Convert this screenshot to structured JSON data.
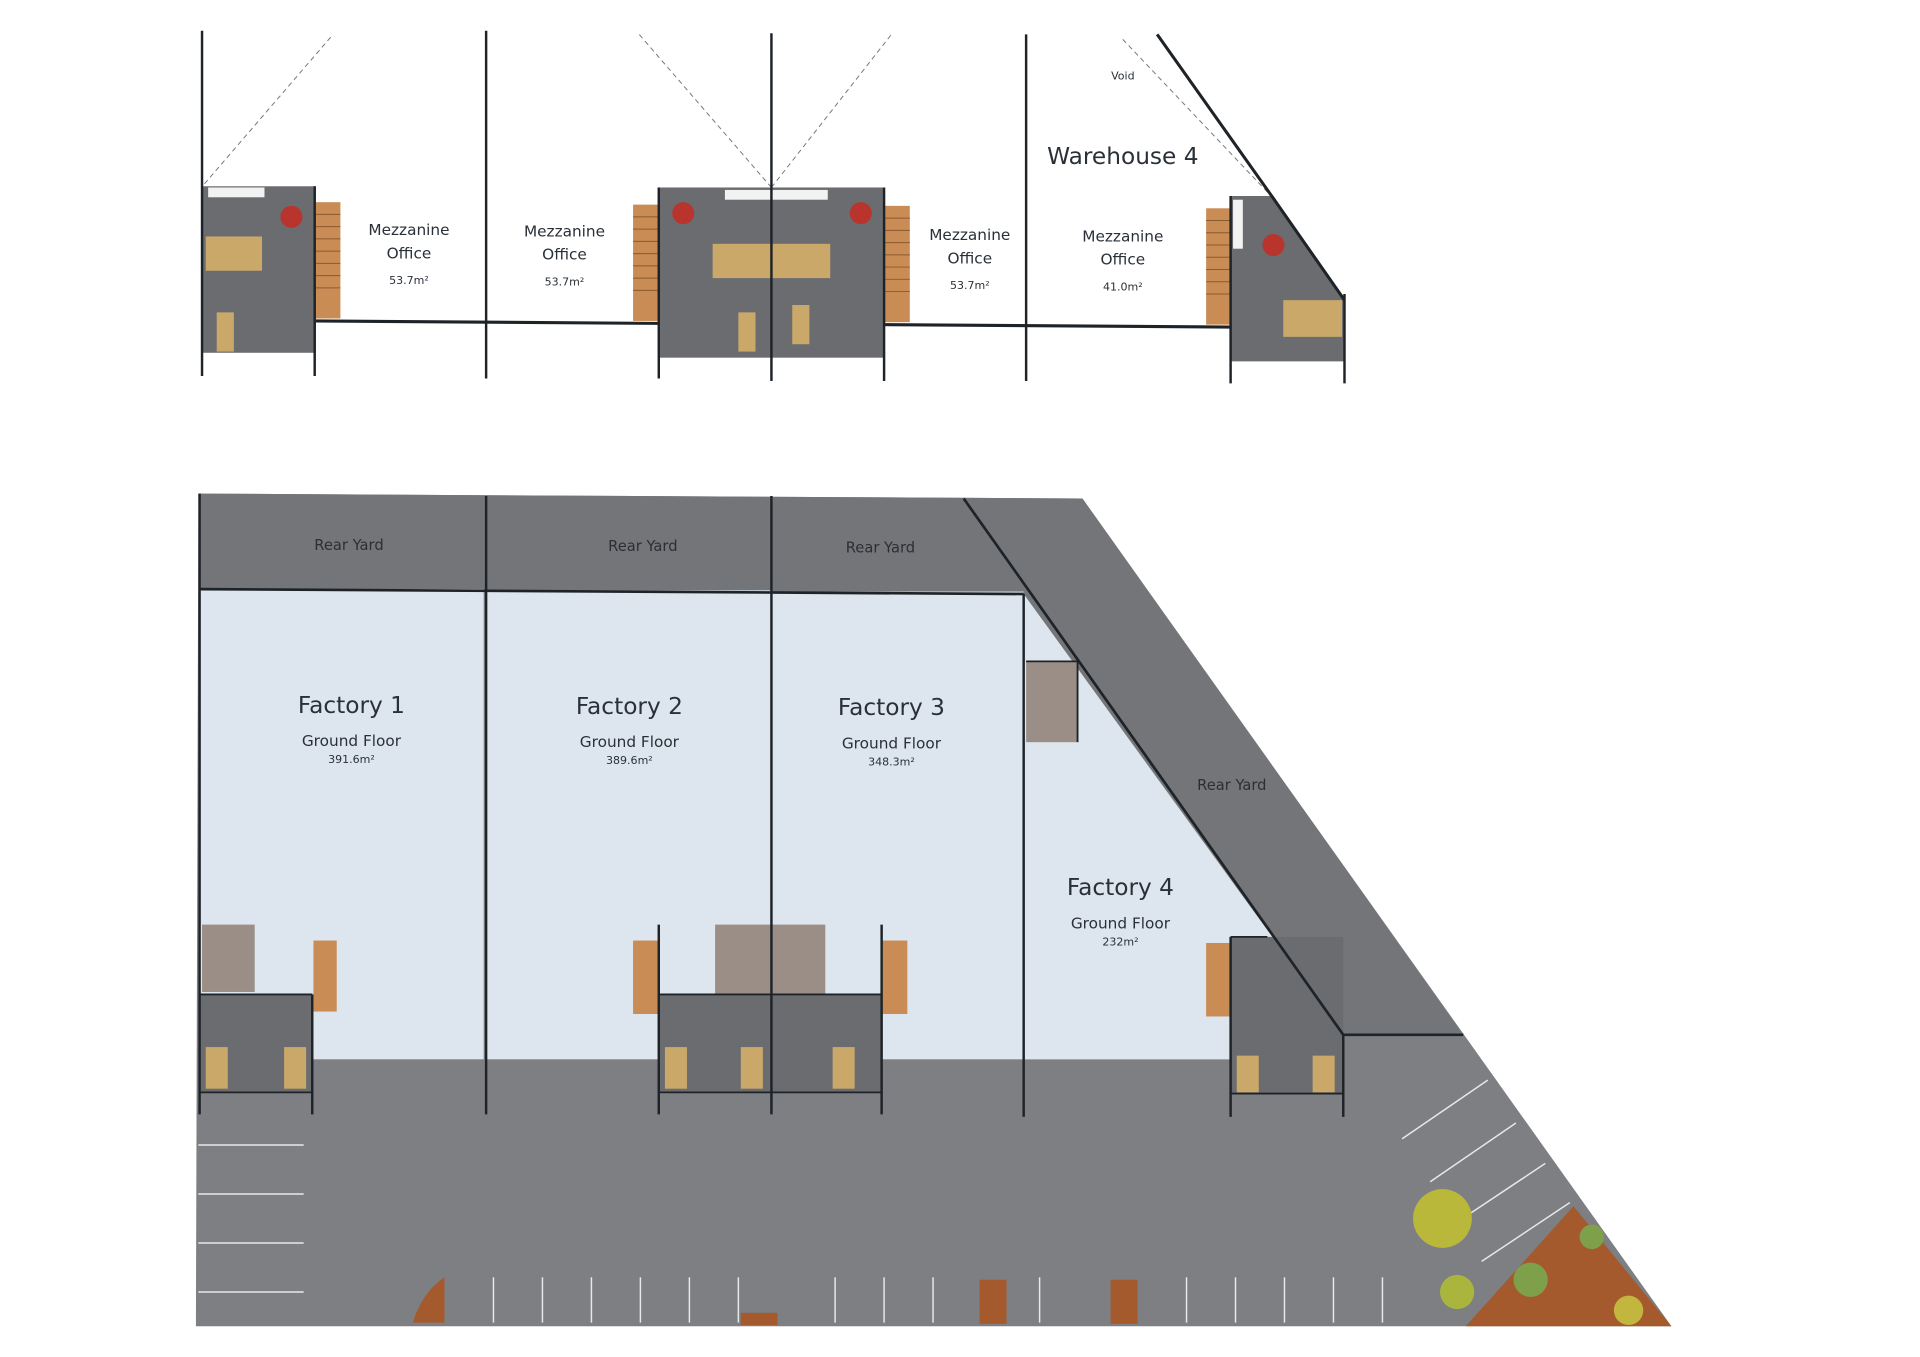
{
  "mezzanine": {
    "warehouse_title": "Warehouse 4",
    "void_label": "Void",
    "offices": [
      {
        "line1": "Mezzanine",
        "line2": "Office",
        "area": "53.7m²"
      },
      {
        "line1": "Mezzanine",
        "line2": "Office",
        "area": "53.7m²"
      },
      {
        "line1": "Mezzanine",
        "line2": "Office",
        "area": "53.7m²"
      },
      {
        "line1": "Mezzanine",
        "line2": "Office",
        "area": "41.0m²"
      }
    ]
  },
  "ground": {
    "rear_yards": [
      "Rear Yard",
      "Rear Yard",
      "Rear Yard",
      "Rear Yard"
    ],
    "factories": [
      {
        "name": "Factory 1",
        "floor": "Ground Floor",
        "area": "391.6m²"
      },
      {
        "name": "Factory 2",
        "floor": "Ground Floor",
        "area": "389.6m²"
      },
      {
        "name": "Factory 3",
        "floor": "Ground Floor",
        "area": "348.3m²"
      },
      {
        "name": "Factory 4",
        "floor": "Ground Floor",
        "area": "232m²"
      }
    ]
  },
  "colors": {
    "factory_floor": "#dde6ee",
    "yard": "#7d7f83",
    "office": "#6b6c70",
    "amenity": "#9b8e86",
    "stair": "#c98c55",
    "wall": "#1e2328"
  }
}
